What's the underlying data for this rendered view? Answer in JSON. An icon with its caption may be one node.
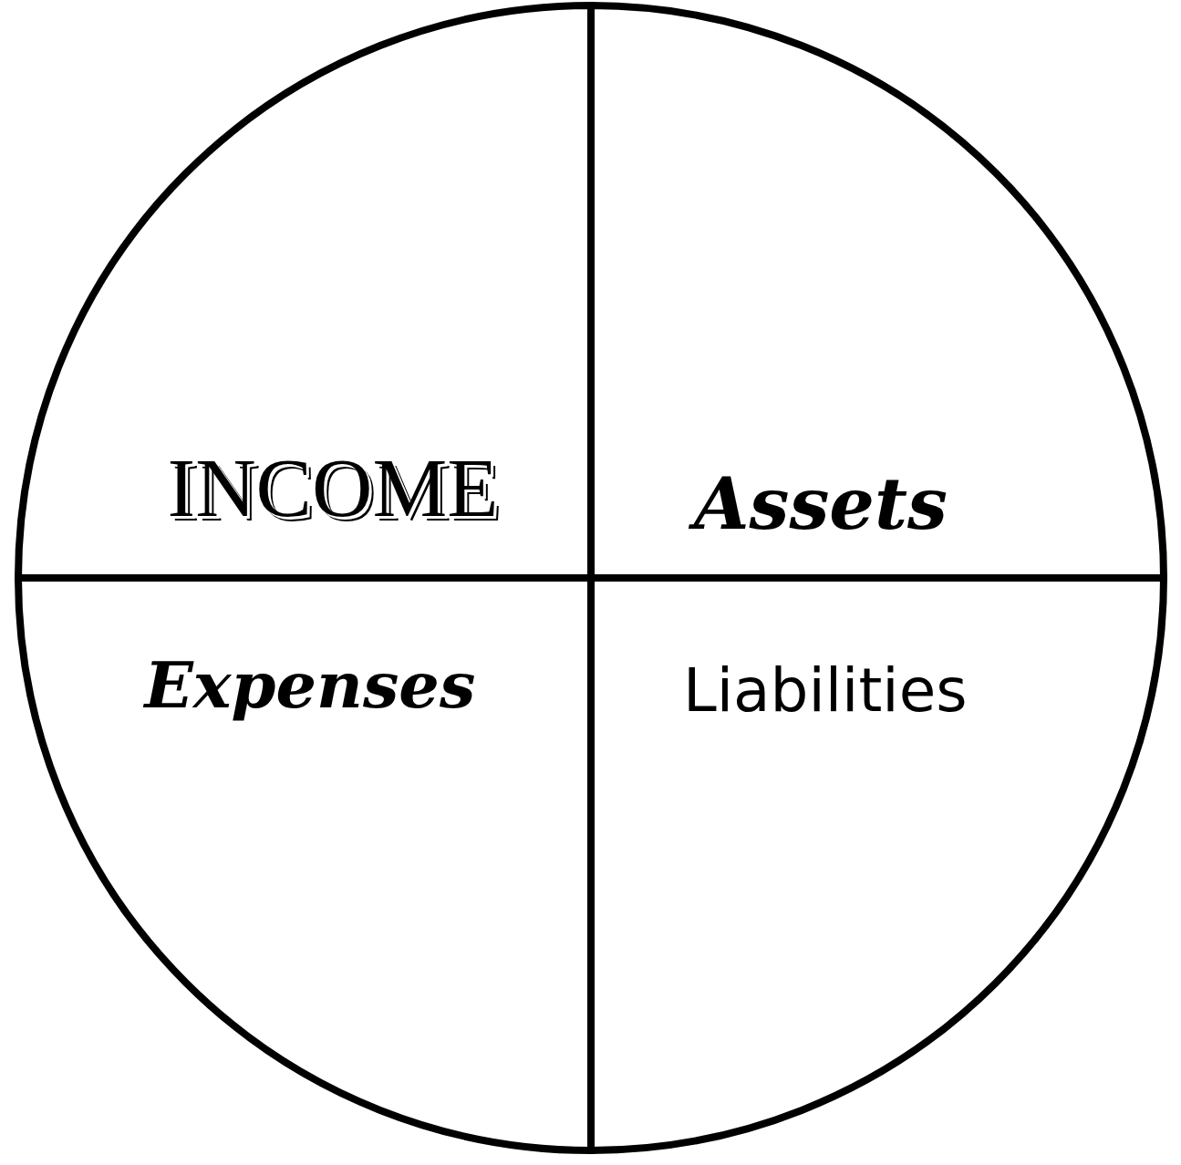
{
  "diagram": {
    "nodes": [
      {
        "text": [
          "INCOME"
        ]
      },
      {
        "text": [
          "Assets"
        ]
      },
      {
        "text": [
          "Expenses"
        ]
      },
      {
        "text": [
          "Liabilities"
        ]
      }
    ],
    "edges": []
  }
}
